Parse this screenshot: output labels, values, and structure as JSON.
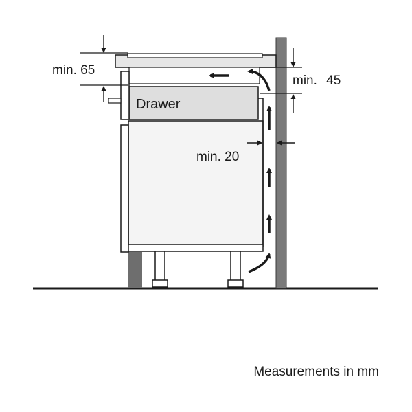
{
  "labels": {
    "min_65": "min. 65",
    "min_45": "min. 45",
    "min_20": "min. 20",
    "drawer": "Drawer"
  },
  "caption": "Measurements in mm",
  "colors": {
    "line": "#1a1a1a",
    "cabinet_fill": "#f4f4f4",
    "drawer_fill": "#dedede",
    "wall_fill": "#7a7a7a",
    "plinth_fill": "#6e6e6e",
    "hob_fill": "#e6e6e6"
  },
  "icons": [
    "airflow-arrow",
    "dimension-arrow"
  ]
}
